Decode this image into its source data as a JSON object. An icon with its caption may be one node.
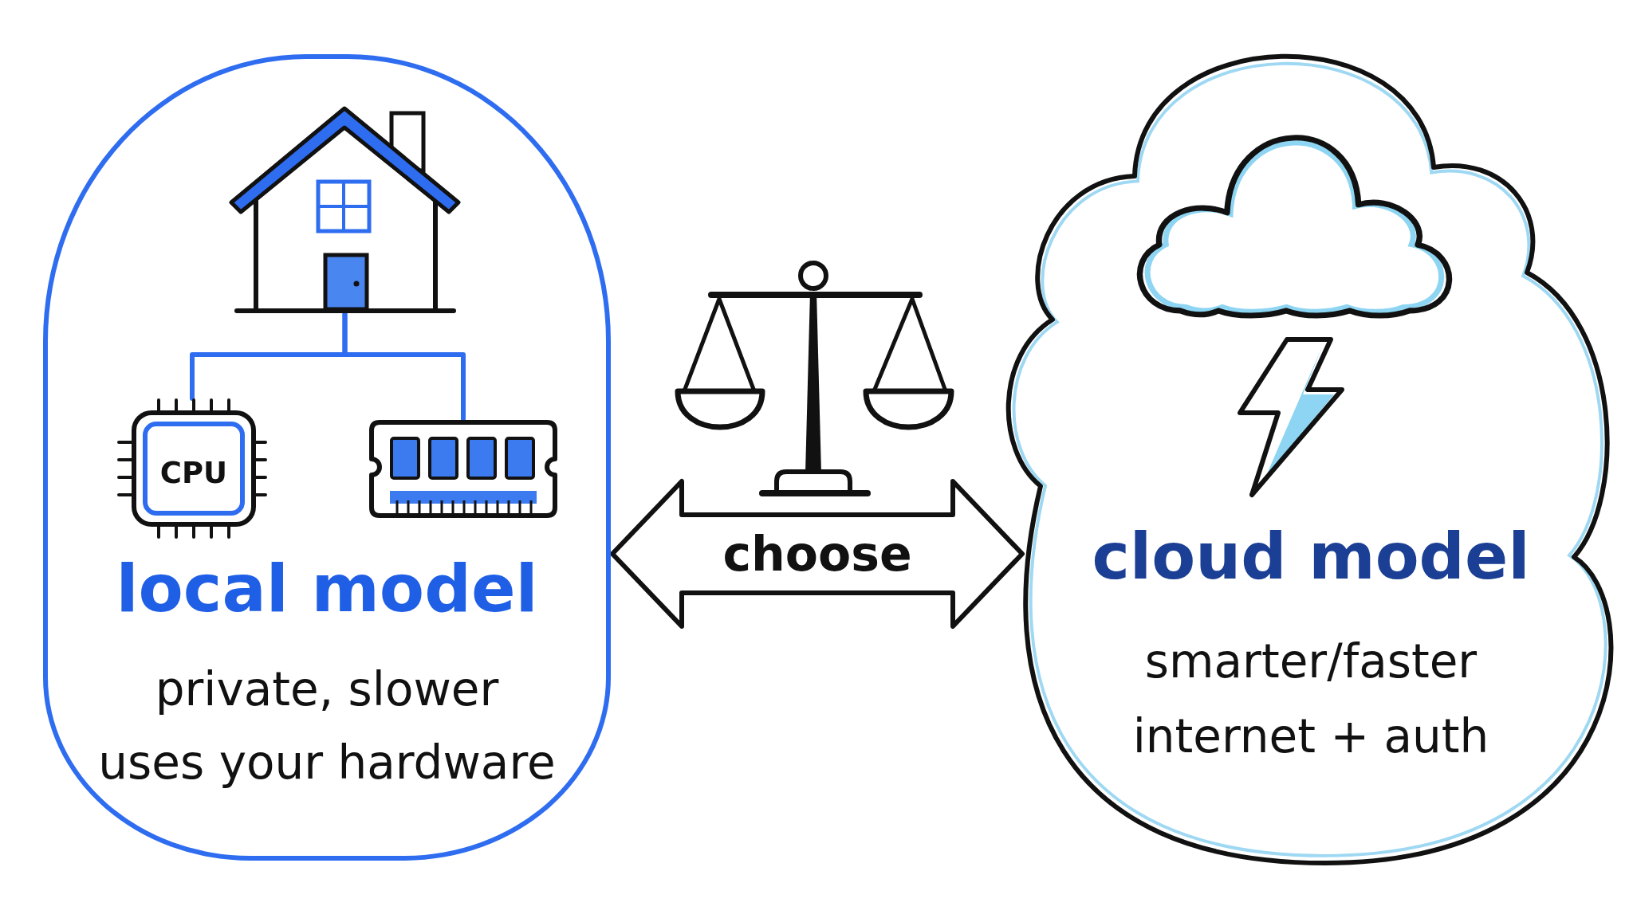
{
  "diagram": {
    "nodes": [
      {
        "text": [
          "local model",
          "private, slower",
          "uses your hardware"
        ]
      },
      {
        "text": [],
        "shape": "picture",
        "in": 0
      },
      {
        "text": [
          "CPU"
        ],
        "in": 0
      },
      {
        "text": [],
        "shape": "picture",
        "in": 0
      },
      {
        "text": [
          "cloud model",
          "smarter/faster",
          "internet + auth"
        ]
      }
    ],
    "edges": [
      {
        "from": 1,
        "to": 2,
        "arrow": "none",
        "color": "#2f6df0"
      },
      {
        "from": 1,
        "to": 3,
        "arrow": "none",
        "color": "#2f6df0"
      },
      {
        "from": 0,
        "to": 4,
        "arrow": "both",
        "label": "choose",
        "style": "thick",
        "color": "#111111"
      }
    ]
  }
}
